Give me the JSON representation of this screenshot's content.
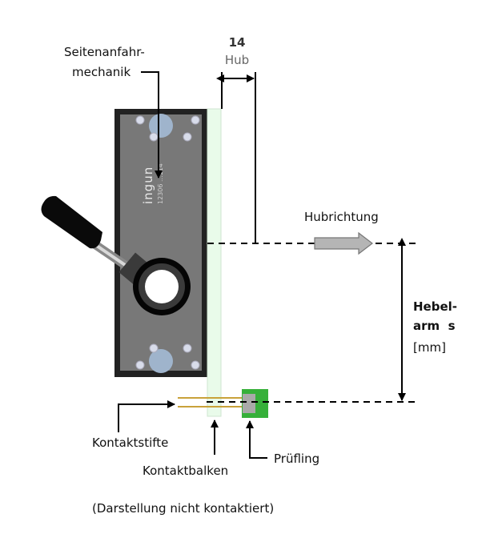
{
  "labels": {
    "mechanism_line1": "Seitenanfahr-",
    "mechanism_line2": "mechanik",
    "stroke_value": "14",
    "stroke_label": "Hub",
    "stroke_direction": "Hubrichtung",
    "lever_line1": "Hebel-",
    "lever_line2": "arm  s",
    "lever_unit": "[mm]",
    "contact_pins": "Kontaktstifte",
    "contact_bar": "Kontaktbalken",
    "dut": "Prüfling",
    "caption": "(Darstellung nicht kontaktiert)"
  },
  "logo": {
    "brand": "ingun",
    "part_number": "12306 ...114"
  },
  "colors": {
    "plate": "#222222",
    "plate_inner": "#787878",
    "bar": "#e9fbea",
    "dut": "#36b03a",
    "arrow_fill": "#b5b5b5",
    "pins": "#c9a23a",
    "knob": "#9fb4cc"
  }
}
